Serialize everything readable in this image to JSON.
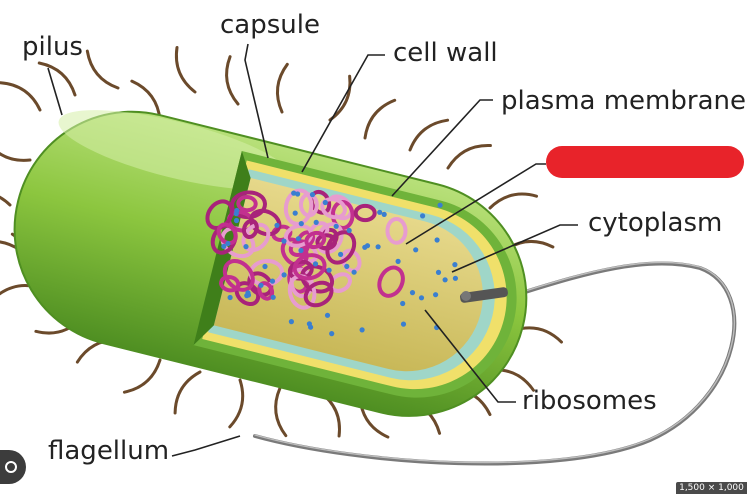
{
  "labels": {
    "pilus": "pilus",
    "capsule": "capsule",
    "cell_wall": "cell wall",
    "plasma_membrane": "plasma membrane",
    "cytoplasm": "cytoplasm",
    "ribosomes": "ribosomes",
    "flagellum": "flagellum"
  },
  "overlay": {
    "image_size": "1,500 × 1,000"
  },
  "colors": {
    "capsule_green": "#8cc63f",
    "capsule_dark": "#5a9a2a",
    "cell_wall": "#f0e06a",
    "plasma_membrane": "#9fd6c8",
    "cytoplasm": "#d8c870",
    "dna_pink": "#c2308f",
    "ribosome_blue": "#3a7fd0",
    "pili_brown": "#6b4a2b",
    "flagellum_gray": "#6d6d6d",
    "redaction_red": "#e8232a"
  },
  "icons": {
    "lens": "google-lens-icon"
  }
}
